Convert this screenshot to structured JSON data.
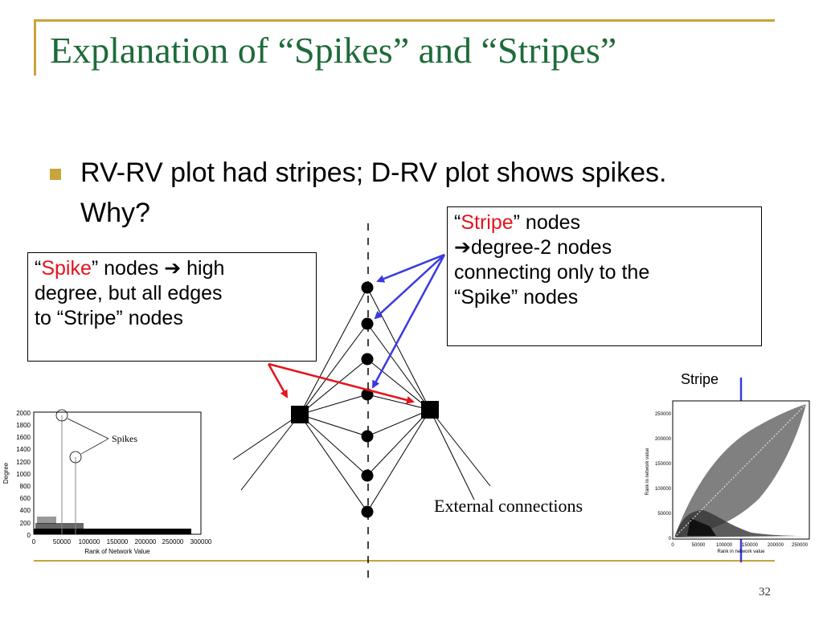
{
  "slide": {
    "title": "Explanation of “Spikes” and “Stripes”",
    "bullet": "RV-RV plot had stripes; D-RV plot shows spikes. Why?",
    "page_number": "32",
    "accent_color": "#c8a53a",
    "title_color": "#1e6b3a"
  },
  "stripe_callout": {
    "open_quote": "“",
    "keyword": "Stripe",
    "after_keyword": "” nodes",
    "arrow": "➔",
    "line2": "degree-2 nodes",
    "line3": "connecting only to the",
    "line4": "“Spike” nodes"
  },
  "spike_callout": {
    "open_quote": "“",
    "keyword": "Spike",
    "after_keyword": "” nodes ",
    "arrow": "➔",
    "line1_end": " high",
    "line2": "degree, but all edges",
    "line3": "to “Stripe” nodes"
  },
  "diagram": {
    "external_label": "External connections",
    "stripe_label": "Stripe"
  },
  "left_chart": {
    "ylabel": "Degree",
    "xlabel": "Rank of Network Value",
    "annotation": "Spikes",
    "yticks": [
      "2000",
      "1800",
      "1600",
      "1400",
      "1200",
      "1000",
      "800",
      "600",
      "400",
      "200",
      "0"
    ],
    "xticks": [
      "0",
      "50000",
      "100000",
      "150000",
      "200000",
      "250000",
      "300000"
    ]
  },
  "right_chart": {
    "ylabel": "Rank in network value",
    "xlabel": "Rank in network value",
    "yticks": [
      "250000",
      "200000",
      "150000",
      "100000",
      "50000",
      "0"
    ],
    "xticks": [
      "0",
      "50000",
      "100000",
      "150000",
      "200000",
      "250000"
    ]
  }
}
